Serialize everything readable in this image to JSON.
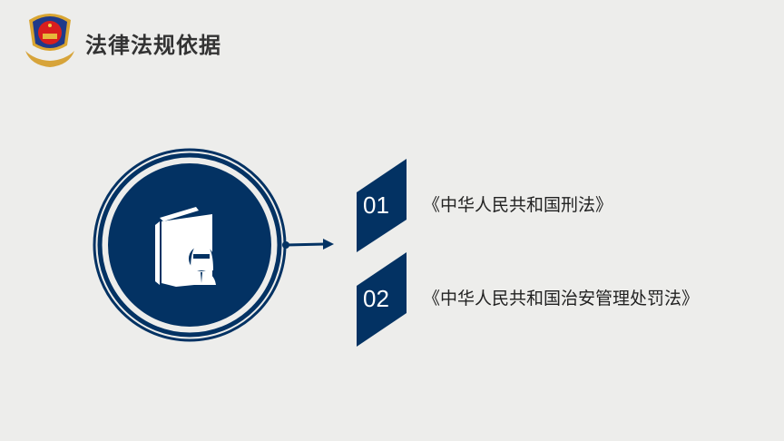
{
  "header": {
    "title": "法律法规依据",
    "emblem": "police-emblem"
  },
  "items": [
    {
      "number": "01",
      "label": "《中华人民共和国刑法》"
    },
    {
      "number": "02",
      "label": "《中华人民共和国治安管理处罚法》"
    }
  ],
  "colors": {
    "navy": "#033263",
    "background": "#ededeb"
  }
}
